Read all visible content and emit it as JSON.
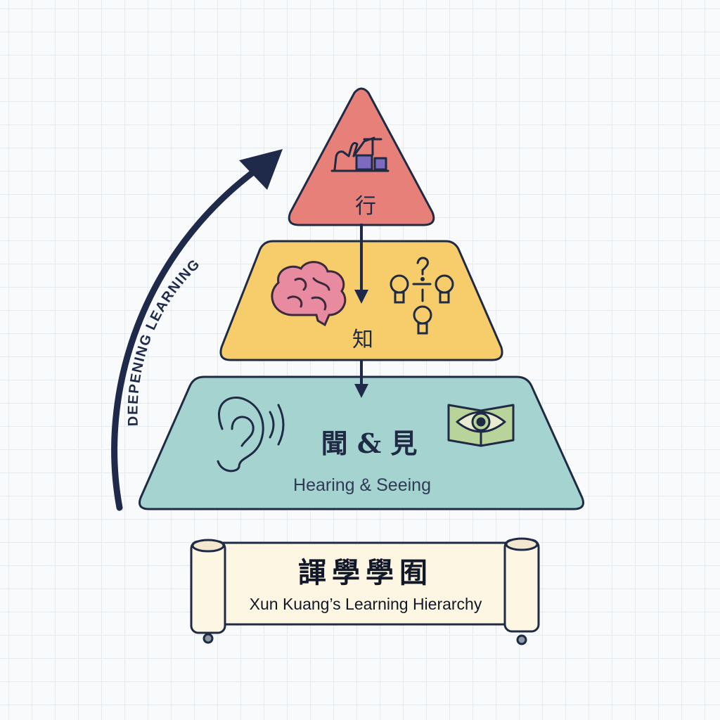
{
  "pyramid": {
    "top": {
      "char": "行",
      "color": "#e8807a"
    },
    "middle": {
      "char": "知",
      "color": "#f7cd6b"
    },
    "base": {
      "chars": "聞 & 見",
      "english": "Hearing & Seeing",
      "color": "#a5d3d0"
    }
  },
  "arrow": {
    "label": "DEEPENING LEARNING",
    "color": "#1f2a4a"
  },
  "scroll": {
    "chars": "諢學學囿",
    "english": "Xun Kuang’s Learning Hierarchy",
    "color": "#fdf6e3"
  },
  "icons": [
    "hand-lifting-blocks-icon",
    "brain-icon",
    "lightbulbs-question-icon",
    "ear-icon",
    "open-book-eye-icon"
  ]
}
